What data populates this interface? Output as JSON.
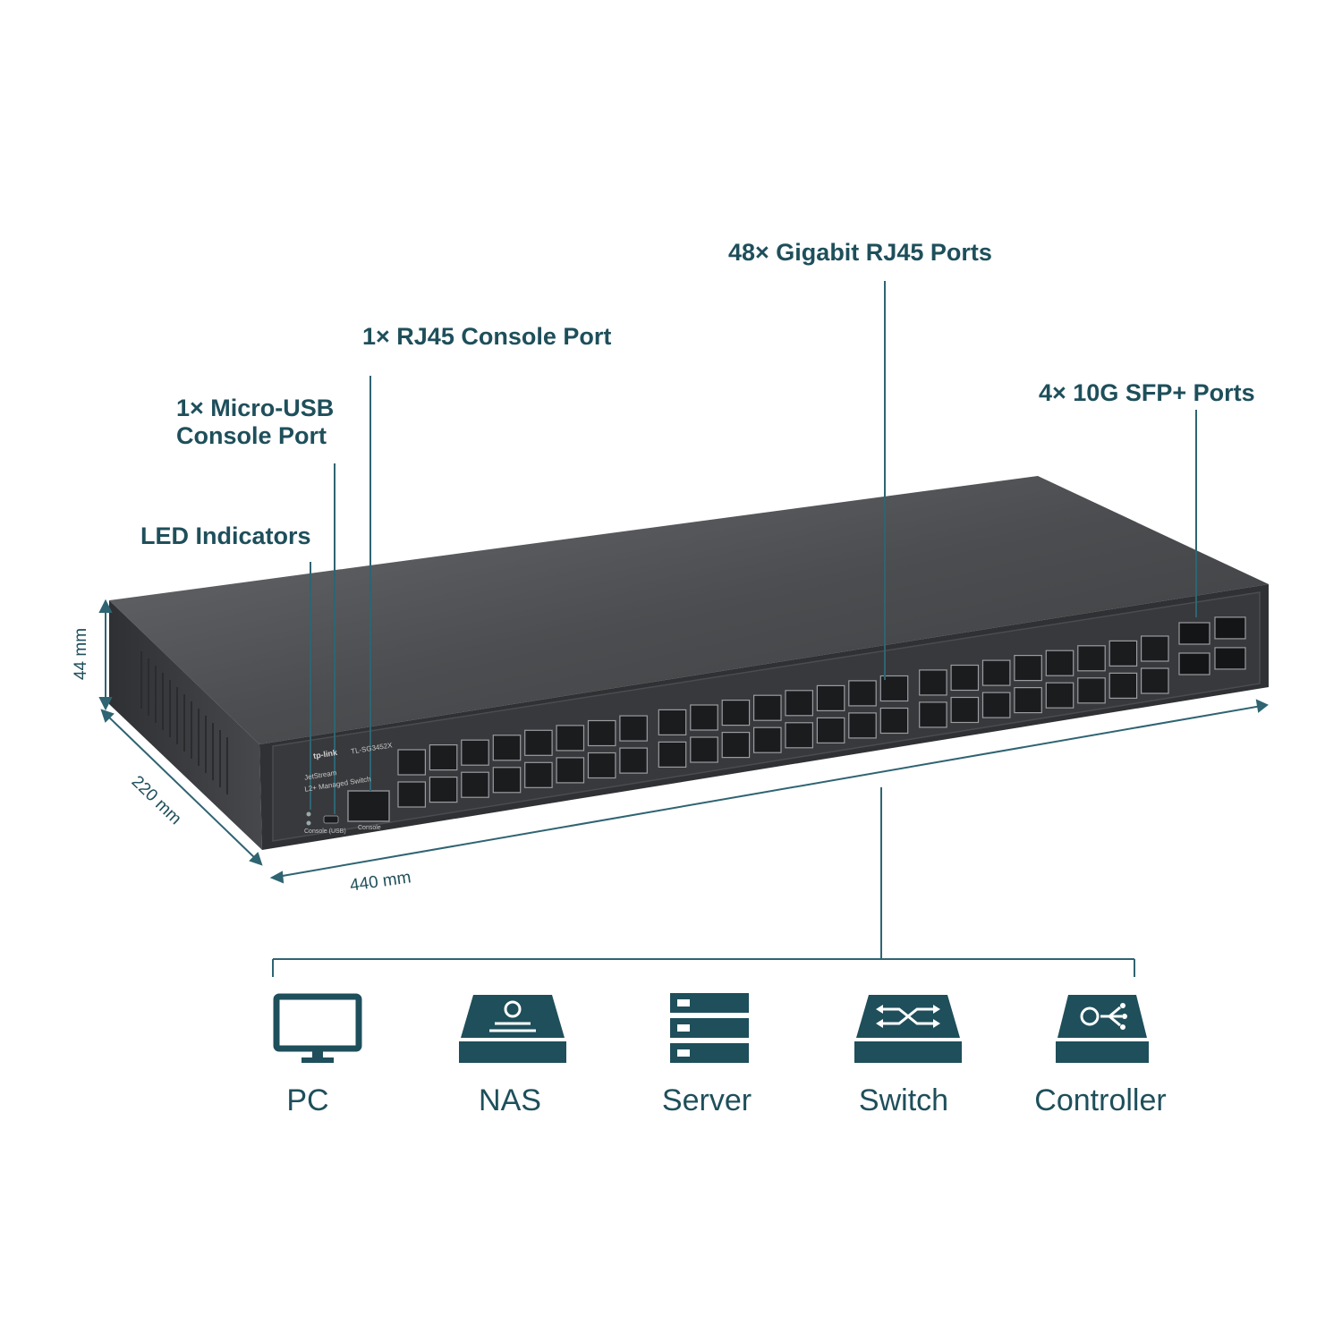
{
  "callouts": {
    "led": "LED Indicators",
    "micro_usb_line1": "1× Micro-USB",
    "micro_usb_line2": "Console Port",
    "rj45_console": "1× RJ45 Console Port",
    "gigabit": "48× Gigabit RJ45 Ports",
    "sfp": "4× 10G SFP+ Ports"
  },
  "dimensions": {
    "height": "44 mm",
    "depth": "220 mm",
    "width": "440 mm"
  },
  "device_branding": {
    "brand": "tp-link",
    "model": "TL-SG3452X",
    "product_line": "JetStream",
    "description": "L2+ Managed Switch",
    "console_usb_label": "Console (USB)",
    "console_label": "Console"
  },
  "devices": [
    {
      "label": "PC",
      "icon": "pc-monitor-icon"
    },
    {
      "label": "NAS",
      "icon": "nas-storage-icon"
    },
    {
      "label": "Server",
      "icon": "server-icon"
    },
    {
      "label": "Switch",
      "icon": "switch-icon"
    },
    {
      "label": "Controller",
      "icon": "controller-icon"
    }
  ],
  "colors": {
    "accent": "#1e4f5b",
    "chassis": "#3a3c3f",
    "chassis_top": "#595b5e"
  }
}
